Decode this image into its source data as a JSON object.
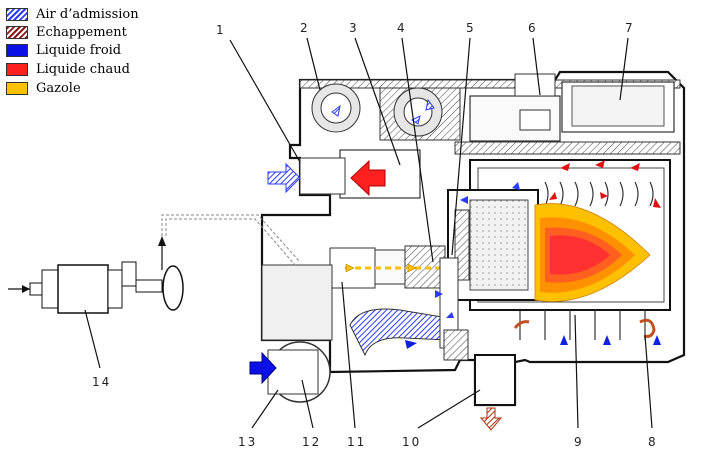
{
  "legend": [
    {
      "label": "Air d’admission",
      "pattern": "blue-hatch",
      "color": "#2b3cff"
    },
    {
      "label": "Echappement",
      "pattern": "red-hatch",
      "color": "#8b1a1a"
    },
    {
      "label": "Liquide froid",
      "pattern": "solid",
      "color": "#0a10e6"
    },
    {
      "label": "Liquide chaud",
      "pattern": "solid",
      "color": "#ff2020"
    },
    {
      "label": "Gazole",
      "pattern": "solid",
      "color": "#ffc000"
    }
  ],
  "callouts": [
    "1",
    "2",
    "3",
    "4",
    "5",
    "6",
    "7",
    "8",
    "9",
    "10",
    "11",
    "12",
    "13",
    "14"
  ],
  "colors": {
    "flame_outer": "#ffc000",
    "flame_mid": "#ff9000",
    "flame_inner": "#ff3030",
    "hot_arrow": "#e01010",
    "cold_arrow": "#1020e0",
    "exhaust_arrow": "#c05020"
  }
}
